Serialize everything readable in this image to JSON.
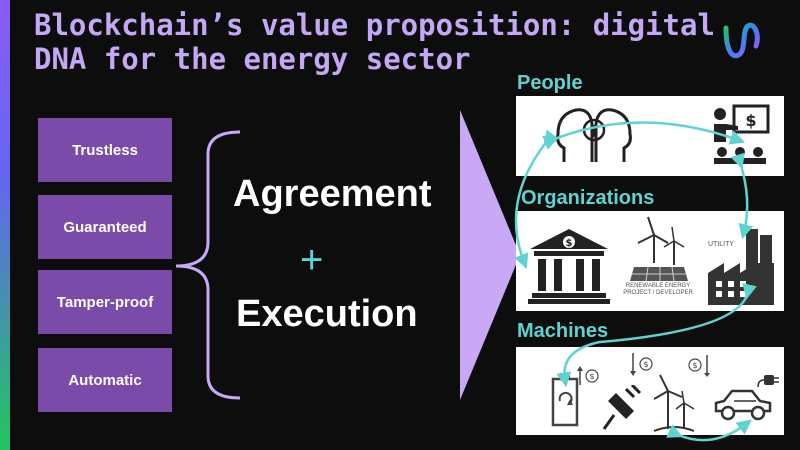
{
  "title": {
    "line1": "Blockchain’s value proposition: digital",
    "line2": "DNA for the energy sector"
  },
  "properties": [
    "Trustless",
    "Guaranteed",
    "Tamper-proof",
    "Automatic"
  ],
  "center": {
    "agreement": "Agreement",
    "plus": "+",
    "execution": "Execution"
  },
  "sections": {
    "people": "People",
    "organizations": "Organizations",
    "machines": "Machines"
  },
  "panel_text": {
    "utility": "UTILITY",
    "renewable_line1": "RENEWABLE ENERGY",
    "renewable_line2": "PROJECT / DEVELOPER",
    "dollar": "$"
  },
  "colors": {
    "title": "#c4a8f5",
    "box": "#7a4ba8",
    "accent": "#5fd3cf",
    "arrow": "#c9a8f5"
  }
}
